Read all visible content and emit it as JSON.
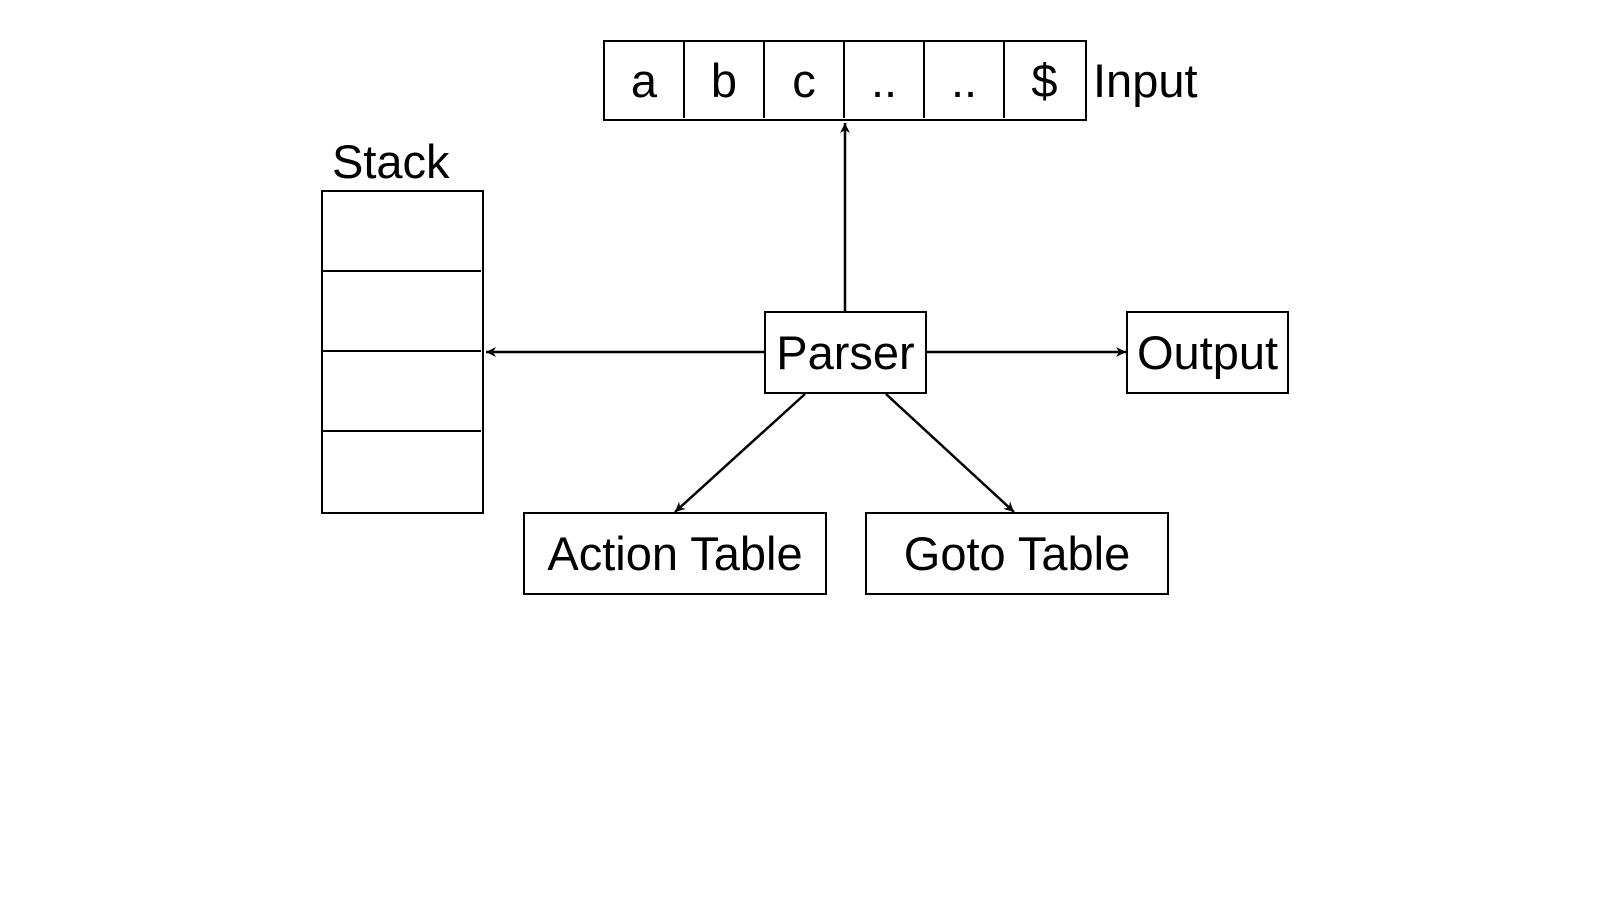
{
  "input": {
    "label": "Input",
    "cells": [
      "a",
      "b",
      "c",
      "..",
      "..",
      "$"
    ]
  },
  "stack": {
    "label": "Stack",
    "slots": [
      "",
      "",
      "",
      ""
    ]
  },
  "parser": {
    "label": "Parser"
  },
  "output": {
    "label": "Output"
  },
  "action_table": {
    "label": "Action Table"
  },
  "goto_table": {
    "label": "Goto Table"
  },
  "edges": [
    {
      "from": "parser",
      "to": "input"
    },
    {
      "from": "parser",
      "to": "stack"
    },
    {
      "from": "parser",
      "to": "output"
    },
    {
      "from": "parser",
      "to": "action_table"
    },
    {
      "from": "parser",
      "to": "goto_table"
    }
  ]
}
